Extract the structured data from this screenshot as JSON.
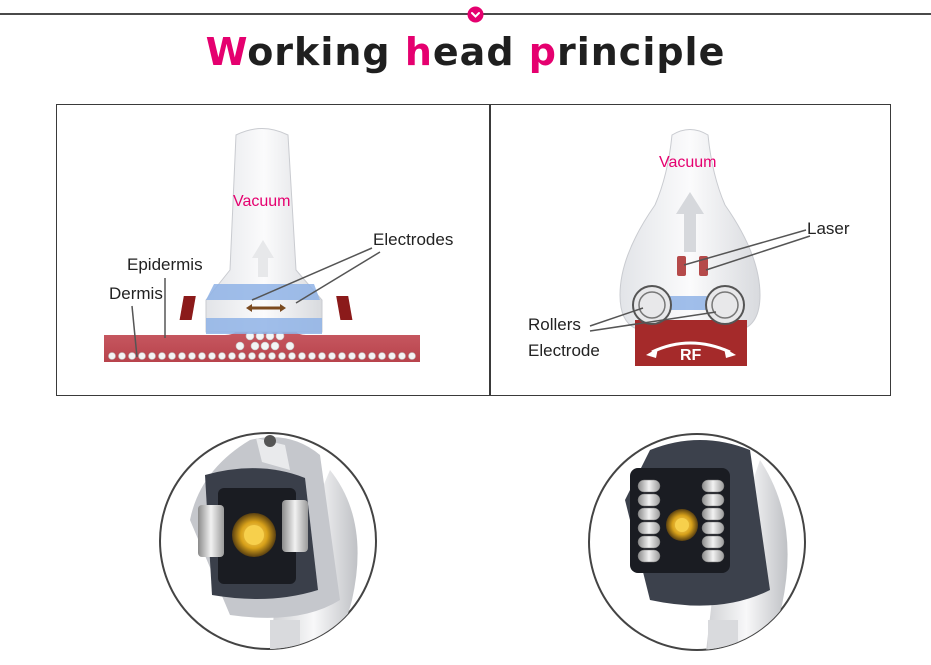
{
  "title": {
    "parts": [
      {
        "initial": "W",
        "rest": "orking "
      },
      {
        "initial": "h",
        "rest": "ead "
      },
      {
        "initial": "p",
        "rest": "rinciple"
      }
    ]
  },
  "left_diagram": {
    "vacuum_label": "Vacuum",
    "electrodes_label": "Electrodes",
    "epidermis_label": "Epidermis",
    "dermis_label": "Dermis"
  },
  "right_diagram": {
    "vacuum_label": "Vacuum",
    "laser_label": "Laser",
    "rollers_label": "Rollers",
    "electrode_label": "Electrode",
    "rf_label": "RF"
  },
  "colors": {
    "accent": "#e5006f",
    "skin": "#c8505a",
    "blue_band": "#8fb3e6",
    "electrode_dark": "#8b1a1a",
    "rf_block": "#a52a2a"
  },
  "icons": {
    "top_marker": "chevron-down-circle-icon"
  }
}
